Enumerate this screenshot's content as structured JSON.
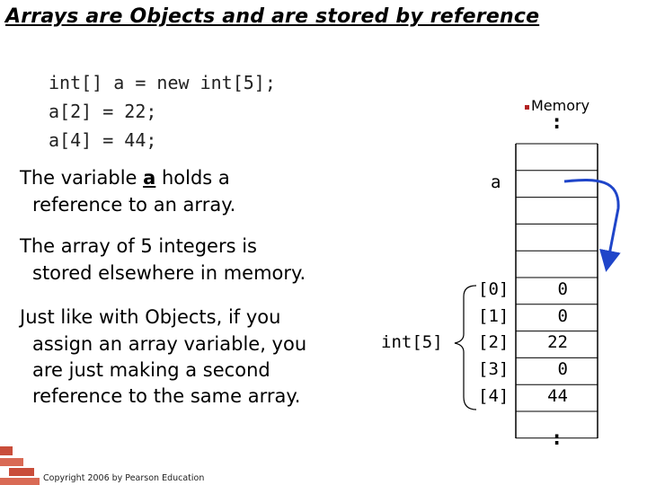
{
  "slide": {
    "title": "Arrays are Objects and are stored by reference",
    "code_lines": [
      "int[] a = new int[5];",
      "a[2] = 22;",
      "a[4] = 44;"
    ],
    "para1": {
      "before": "The variable ",
      "var": "a",
      "after": " holds a",
      "line2": "reference to an array."
    },
    "para2": [
      "The array of 5 integers is",
      "stored elsewhere in memory."
    ],
    "para3": [
      "Just like with Objects, if you",
      "assign an array variable, you",
      "are just making a second",
      "reference to the same array."
    ],
    "copyright": "Copyright 2006 by Pearson Education"
  },
  "memory": {
    "label": "Memory",
    "var_label": "a",
    "array_label": "int[5]",
    "indices": [
      "[0]",
      "[1]",
      "[2]",
      "[3]",
      "[4]"
    ],
    "values": [
      "0",
      "0",
      "22",
      "0",
      "44"
    ],
    "dots_top": ":",
    "dots_bottom": ":"
  },
  "colors": {
    "arrow": "#1f45c9",
    "bullet": "#b22222",
    "brick": "#c94d3a"
  }
}
